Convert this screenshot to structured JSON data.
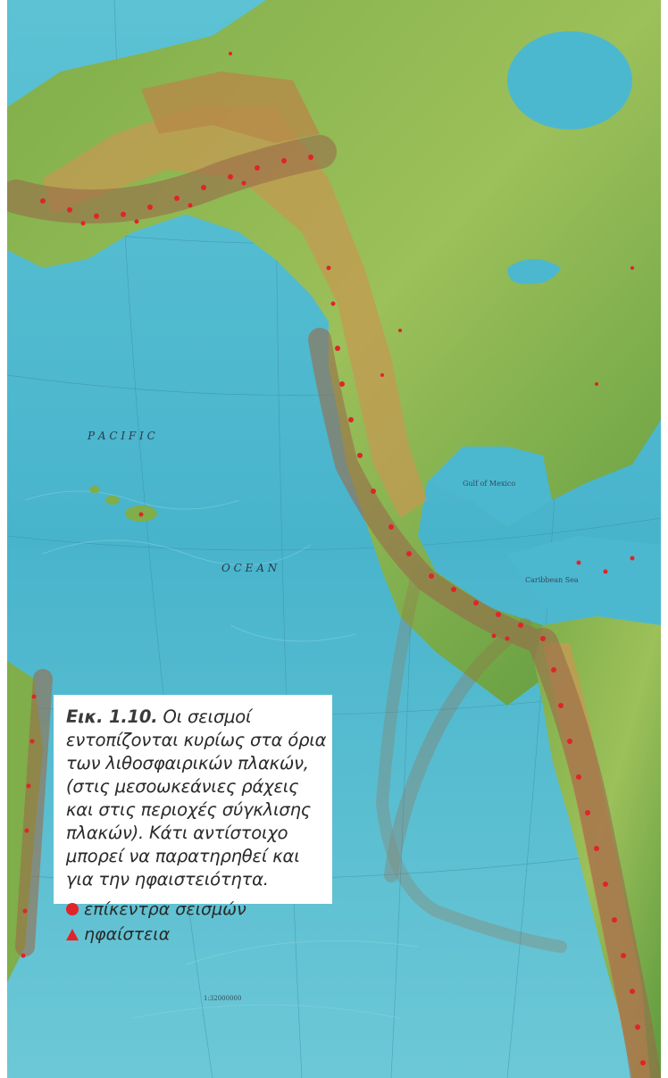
{
  "map": {
    "ocean_label_1": "P A C I F I C",
    "ocean_label_2": "O C E A N",
    "gulf_label": "Gulf of Mexico",
    "sea_label": "Caribbean Sea",
    "scale_label": "1:32000000",
    "colors": {
      "ocean": "#4cb8cf",
      "land_low": "#5aa84a",
      "land_high": "#c8a050",
      "subduction_zone": "#9a6a4a",
      "epicenter": "#e0242a"
    }
  },
  "caption": {
    "label": "Εικ. 1.10.",
    "text": "Οι σεισμοί εντοπίζονται κυρίως στα όρια των λιθοσφαιρικών πλακών, (στις μεσοωκεάνιες ράχεις και στις περιοχές σύγκλισης πλακών). Κάτι αντίστοιχο μπορεί να παρατηρηθεί και για την ηφαιστειότητα."
  },
  "legend": {
    "epicenters": "επίκεντρα σεισμών",
    "volcanoes": "ηφαίστεια"
  }
}
